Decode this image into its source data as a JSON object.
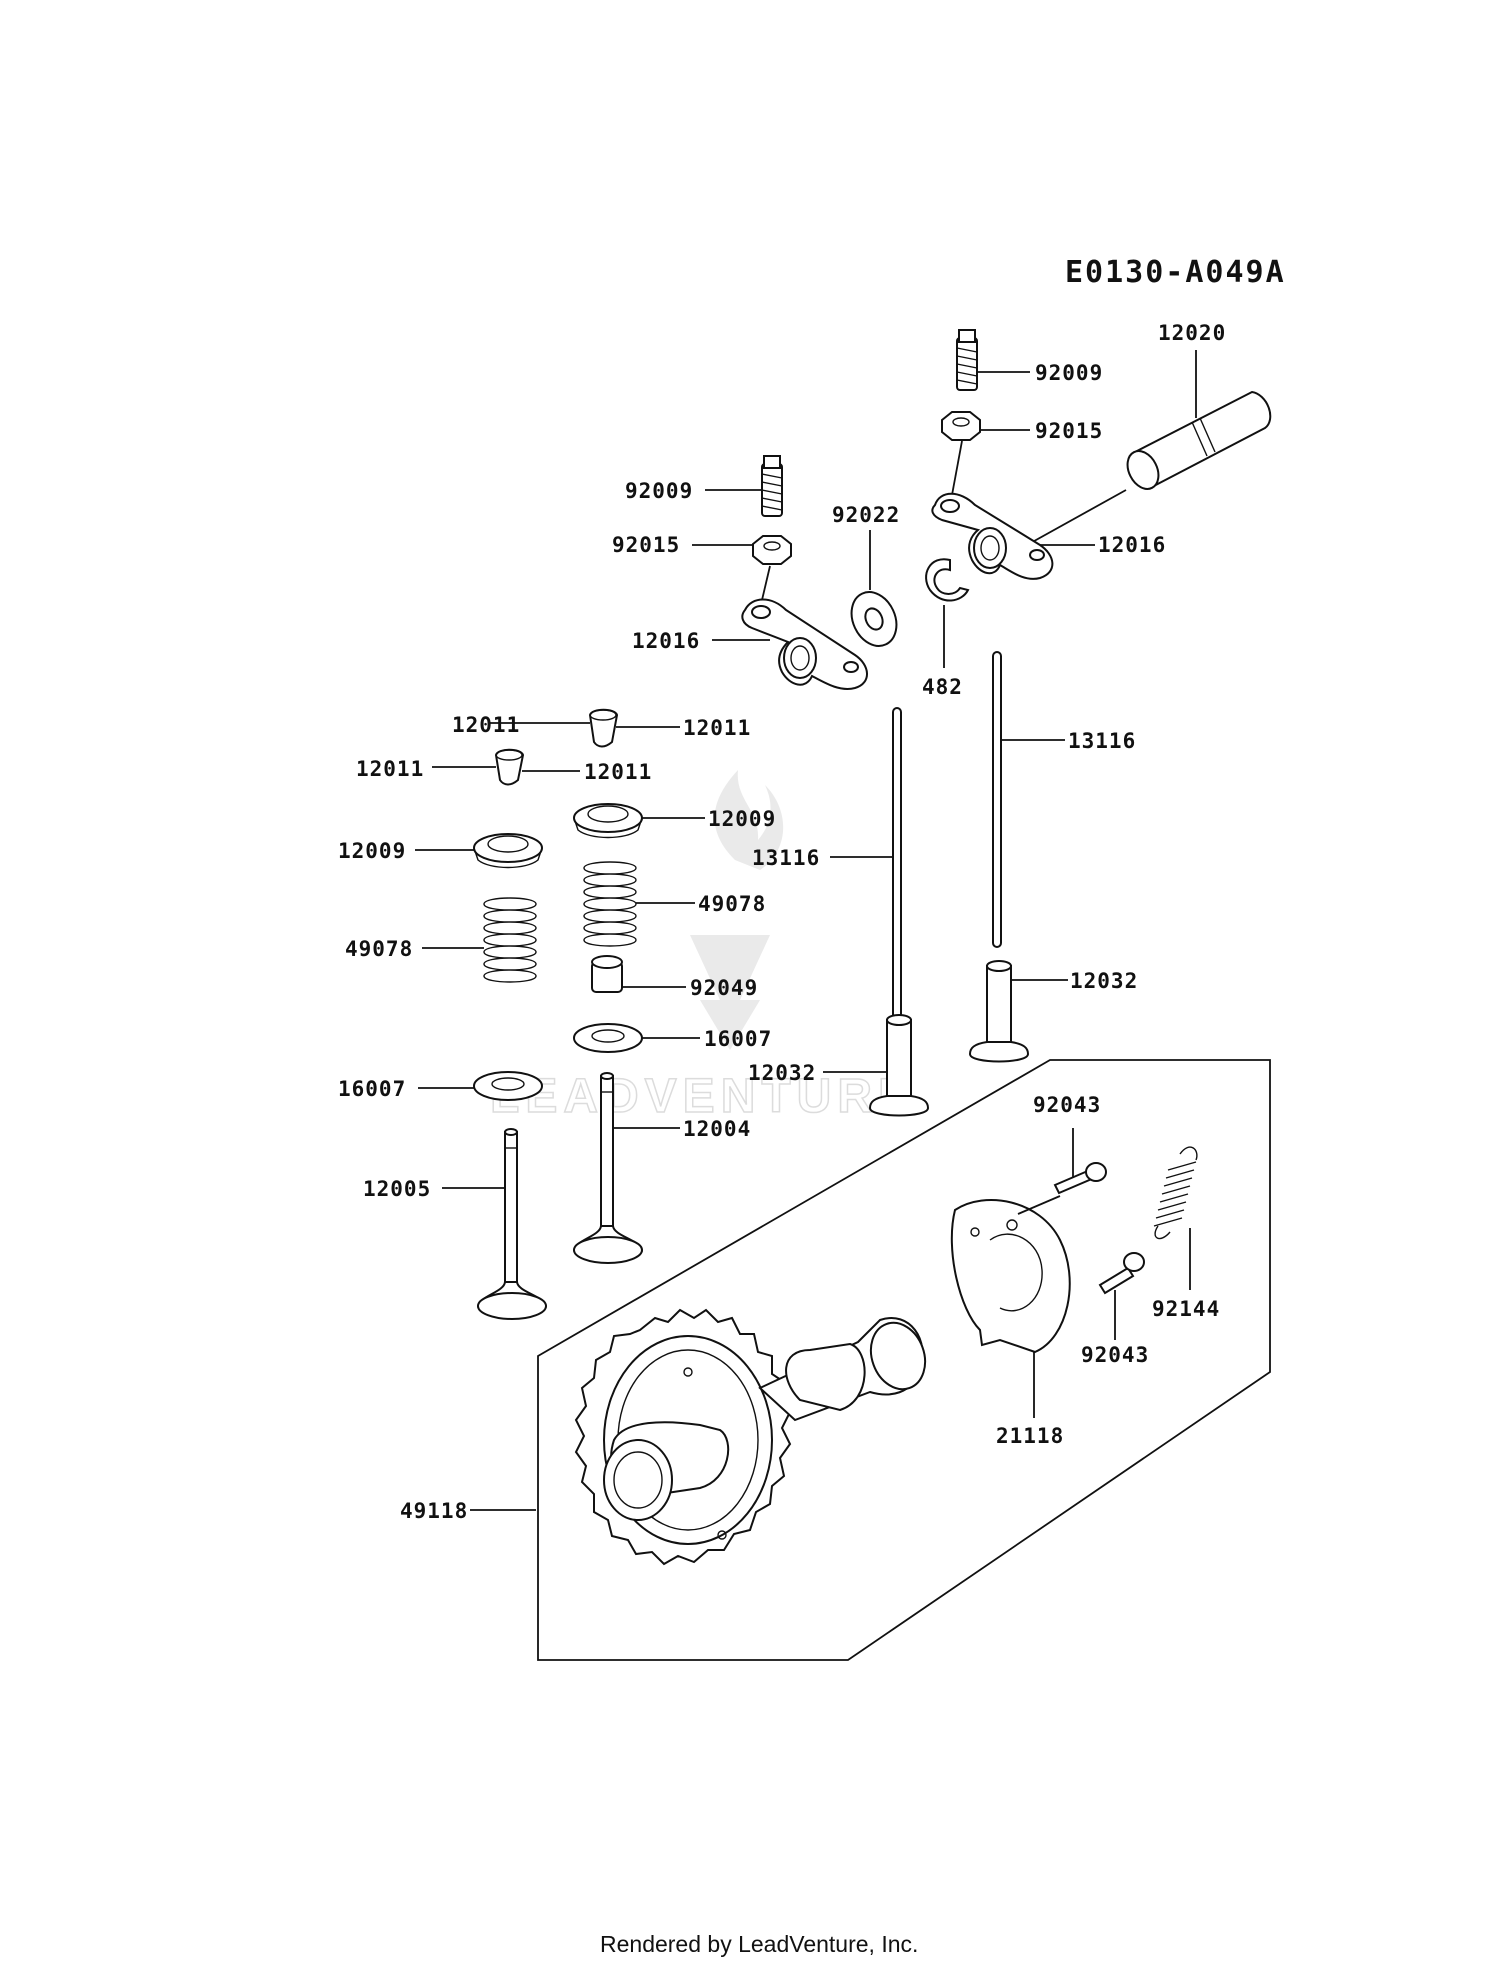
{
  "diagram": {
    "code": "E0130-A049A",
    "footer": "Rendered by LeadVenture, Inc.",
    "watermark": "LEADVENTURE",
    "labels": [
      {
        "id": "l1",
        "text": "12020"
      },
      {
        "id": "l2",
        "text": "92009"
      },
      {
        "id": "l3",
        "text": "92015"
      },
      {
        "id": "l4",
        "text": "12016"
      },
      {
        "id": "l5",
        "text": "92009"
      },
      {
        "id": "l6",
        "text": "92015"
      },
      {
        "id": "l7",
        "text": "92022"
      },
      {
        "id": "l8",
        "text": "12016"
      },
      {
        "id": "l9",
        "text": "482"
      },
      {
        "id": "l10",
        "text": "12011"
      },
      {
        "id": "l11",
        "text": "12011"
      },
      {
        "id": "l12",
        "text": "12011"
      },
      {
        "id": "l13",
        "text": "12011"
      },
      {
        "id": "l14",
        "text": "13116"
      },
      {
        "id": "l15",
        "text": "12009"
      },
      {
        "id": "l16",
        "text": "12009"
      },
      {
        "id": "l17",
        "text": "13116"
      },
      {
        "id": "l18",
        "text": "49078"
      },
      {
        "id": "l19",
        "text": "49078"
      },
      {
        "id": "l20",
        "text": "92049"
      },
      {
        "id": "l21",
        "text": "12032"
      },
      {
        "id": "l22",
        "text": "16007"
      },
      {
        "id": "l23",
        "text": "16007"
      },
      {
        "id": "l24",
        "text": "12032"
      },
      {
        "id": "l25",
        "text": "92043"
      },
      {
        "id": "l26",
        "text": "12004"
      },
      {
        "id": "l27",
        "text": "12005"
      },
      {
        "id": "l28",
        "text": "92144"
      },
      {
        "id": "l29",
        "text": "92043"
      },
      {
        "id": "l30",
        "text": "21118"
      },
      {
        "id": "l31",
        "text": "49118"
      }
    ]
  }
}
